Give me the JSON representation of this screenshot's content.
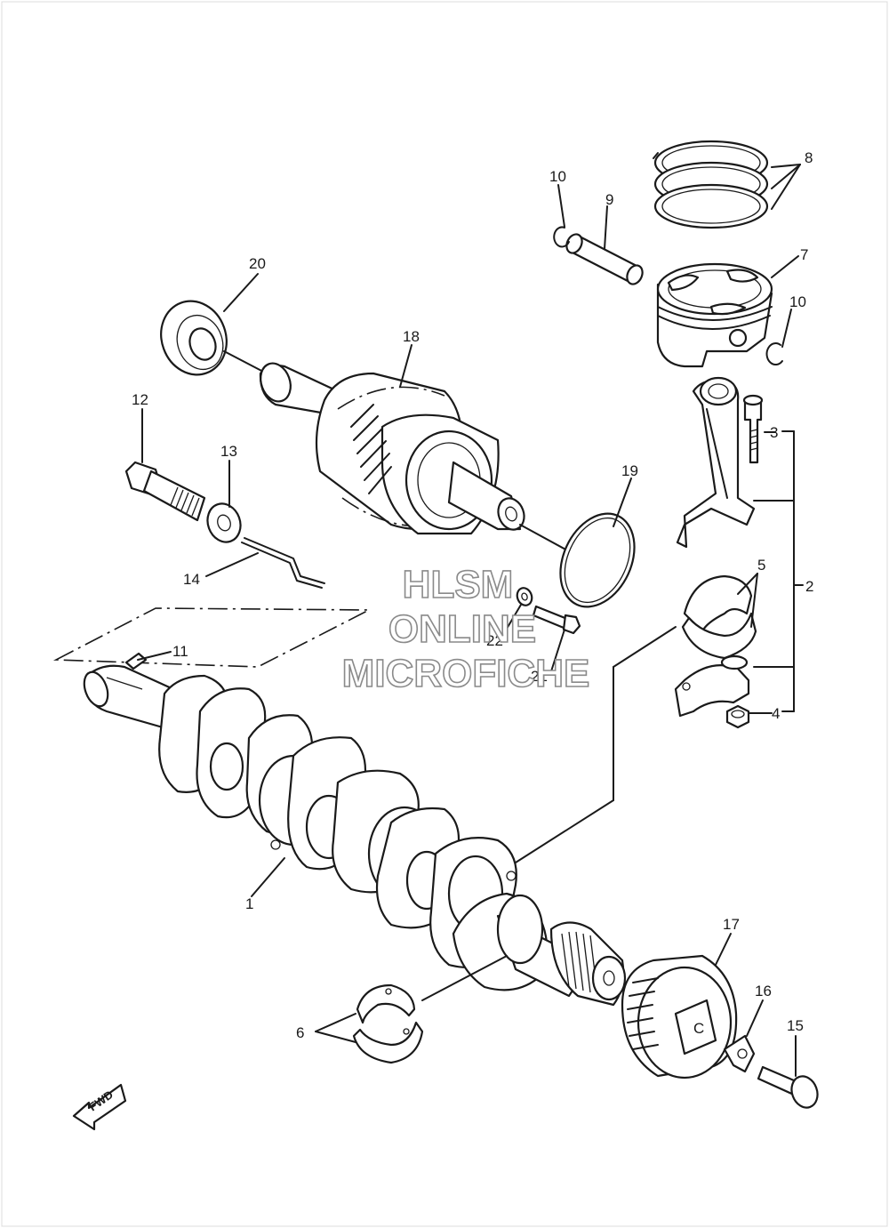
{
  "watermark": {
    "line1": "HLSM",
    "line2": "ONLINE",
    "line3": "MICROFICHE"
  },
  "direction_marker": "FWD",
  "callouts": {
    "c1": "1",
    "c2": "2",
    "c3": "3",
    "c4": "4",
    "c5": "5",
    "c6": "6",
    "c7": "7",
    "c8": "8",
    "c9": "9",
    "c10a": "10",
    "c10b": "10",
    "c11": "11",
    "c12": "12",
    "c13": "13",
    "c14": "14",
    "c15": "15",
    "c16": "16",
    "c17": "17",
    "c18": "18",
    "c19": "19",
    "c20": "20",
    "c21": "21",
    "c22": "22"
  }
}
